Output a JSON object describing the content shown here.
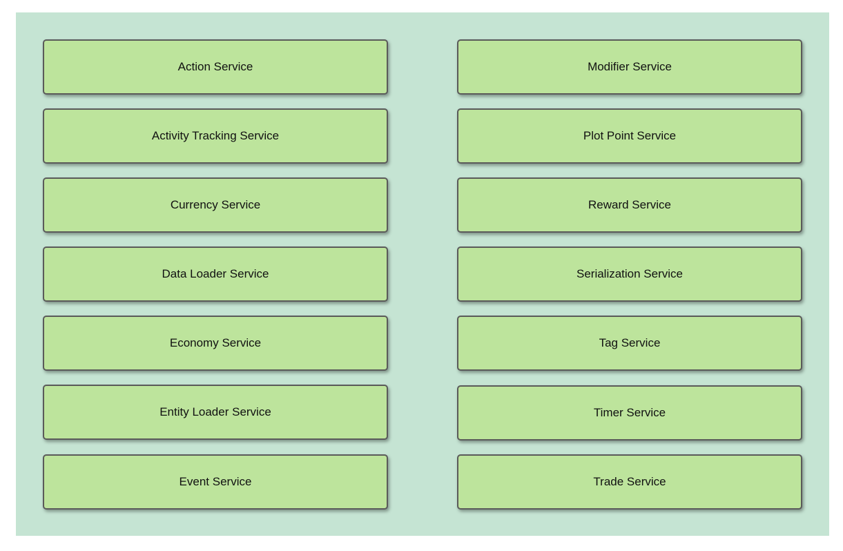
{
  "diagram": {
    "colors": {
      "panel_background": "#c5e4d3",
      "box_fill": "#bde49c",
      "box_border": "#5a5a5a"
    },
    "left_column": [
      {
        "label": "Action Service"
      },
      {
        "label": "Activity Tracking Service"
      },
      {
        "label": "Currency Service"
      },
      {
        "label": "Data Loader Service"
      },
      {
        "label": "Economy Service"
      },
      {
        "label": "Entity Loader Service"
      },
      {
        "label": "Event Service"
      }
    ],
    "right_column": [
      {
        "label": "Modifier Service"
      },
      {
        "label": "Plot Point Service"
      },
      {
        "label": "Reward Service"
      },
      {
        "label": "Serialization Service"
      },
      {
        "label": "Tag Service"
      },
      {
        "label": "Timer Service"
      },
      {
        "label": "Trade Service"
      }
    ]
  }
}
